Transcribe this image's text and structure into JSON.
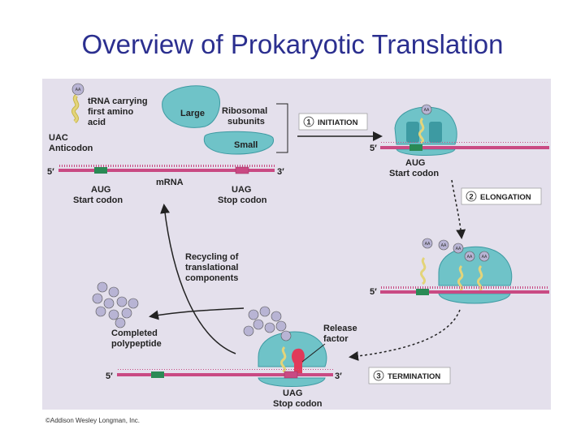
{
  "title": "Overview of Prokaryotic Translation",
  "copyright": "©Addison Wesley Longman, Inc.",
  "labels": {
    "trna": [
      "tRNA carrying",
      "first amino",
      "acid"
    ],
    "anticodon": [
      "UAC",
      "Anticodon"
    ],
    "large": "Large",
    "small": "Small",
    "ribosomal": [
      "Ribosomal",
      "subunits"
    ],
    "mrna": "mRNA",
    "five_prime": "5′",
    "three_prime": "3′",
    "aug_start": [
      "AUG",
      "Start codon"
    ],
    "uag_stop": [
      "UAG",
      "Stop codon"
    ],
    "recycling": [
      "Recycling of",
      "translational",
      "components"
    ],
    "completed": [
      "Completed",
      "polypeptide"
    ],
    "release": [
      "Release",
      "factor"
    ],
    "aa": "AA"
  },
  "steps": [
    {
      "num": "1",
      "label": "INITIATION"
    },
    {
      "num": "2",
      "label": "ELONGATION"
    },
    {
      "num": "3",
      "label": "TERMINATION"
    }
  ],
  "colors": {
    "title": "#2b2f8f",
    "panel": "#e4e0ec",
    "ribosome": "#6fc3c8",
    "ribosome_dark": "#3d9aa2",
    "mrna": "#c94a83",
    "codon": "#2a8a55",
    "trna": "#e3d47a",
    "release_factor": "#e03a5a",
    "aa_bead": "#b8b4d4"
  }
}
